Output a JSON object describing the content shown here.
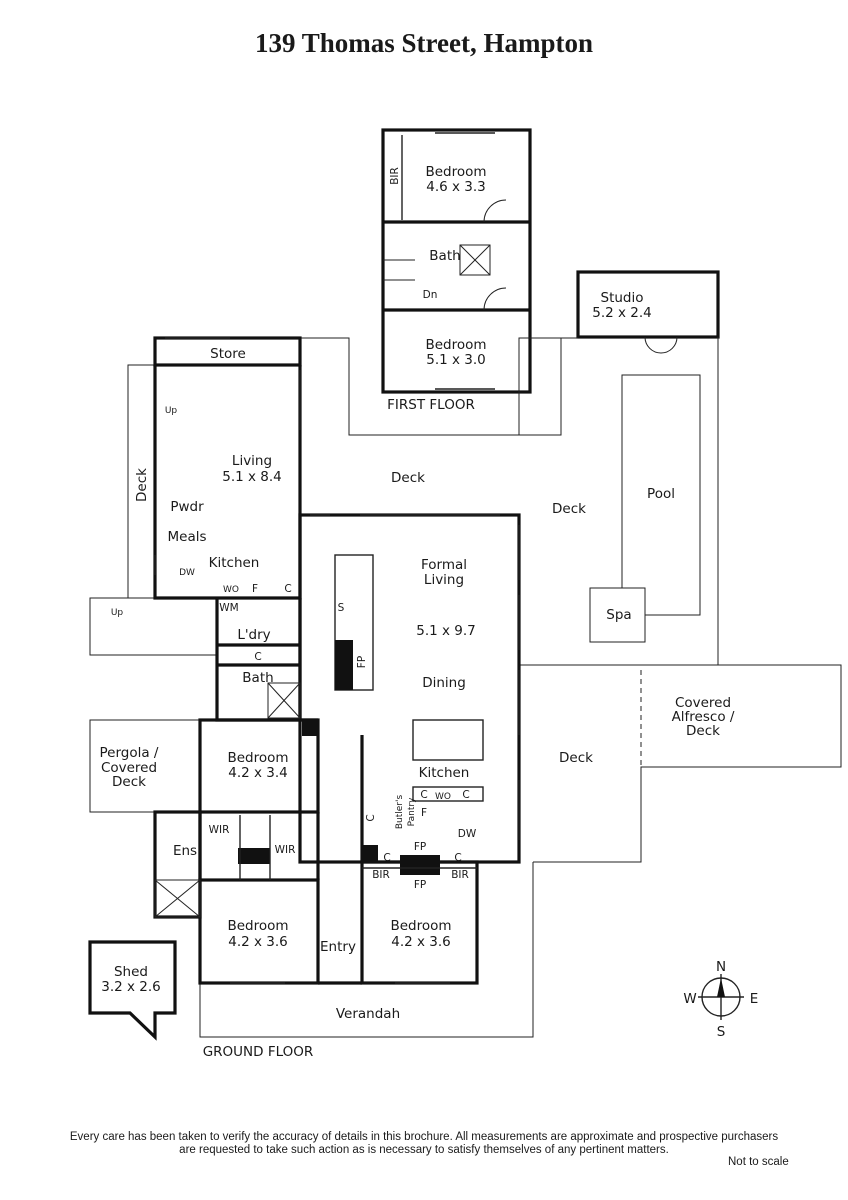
{
  "title": "139 Thomas Street, Hampton",
  "first_floor": {
    "label": "FIRST FLOOR",
    "bedroom1": {
      "name": "Bedroom",
      "size": "4.6 x 3.3"
    },
    "bir": "BIR",
    "bath": "Bath",
    "dn": "Dn",
    "bedroom2": {
      "name": "Bedroom",
      "size": "5.1 x 3.0"
    }
  },
  "studio": {
    "name": "Studio",
    "size": "5.2 x 2.4"
  },
  "pool": "Pool",
  "spa": "Spa",
  "ground_floor": {
    "label": "GROUND FLOOR",
    "store": "Store",
    "deck_left": "Deck",
    "up1": "Up",
    "up2": "Up",
    "living": {
      "name": "Living",
      "size": "5.1 x 8.4"
    },
    "pwdr": "Pwdr",
    "meals": "Meals",
    "kitchen1": "Kitchen",
    "dw1": "DW",
    "wo1": "WO",
    "f1": "F",
    "c1": "C",
    "wm": "WM",
    "laundry": "L'dry",
    "c2": "C",
    "bath": "Bath",
    "deck_top": "Deck",
    "deck_right": "Deck",
    "formal_living": {
      "name1": "Formal",
      "name2": "Living",
      "size": "5.1 x 9.7"
    },
    "s": "S",
    "fp1": "FP",
    "dining": "Dining",
    "kitchen2": "Kitchen",
    "c3": "C",
    "wo2": "WO",
    "c4": "C",
    "f2": "F",
    "dw2": "DW",
    "butlers_pantry": {
      "line1": "Butler's",
      "line2": "Pantry"
    },
    "c5": "C",
    "fp2": "FP",
    "c6": "C",
    "c7": "C",
    "bir1": "BIR",
    "bir2": "BIR",
    "fp3": "FP",
    "alfresco": {
      "line1": "Covered",
      "line2": "Alfresco /",
      "line3": "Deck"
    },
    "deck_lower": "Deck",
    "pergola": {
      "line1": "Pergola /",
      "line2": "Covered",
      "line3": "Deck"
    },
    "bedroom_a": {
      "name": "Bedroom",
      "size": "4.2 x 3.4"
    },
    "wir1": "WIR",
    "wir2": "WIR",
    "ens": "Ens",
    "bedroom_b": {
      "name": "Bedroom",
      "size": "4.2 x 3.6"
    },
    "entry": "Entry",
    "bedroom_c": {
      "name": "Bedroom",
      "size": "4.2 x 3.6"
    },
    "shed": {
      "name": "Shed",
      "size": "3.2 x 2.6"
    },
    "verandah": "Verandah"
  },
  "compass": {
    "n": "N",
    "s": "S",
    "e": "E",
    "w": "W"
  },
  "footer": {
    "line1": "Every care has been taken to verify the accuracy of details in this brochure.  All measurements are approximate and prospective purchasers",
    "line2": "are requested to take such action as is necessary to satisfy themselves of any pertinent matters.",
    "not_to_scale": "Not to scale"
  }
}
